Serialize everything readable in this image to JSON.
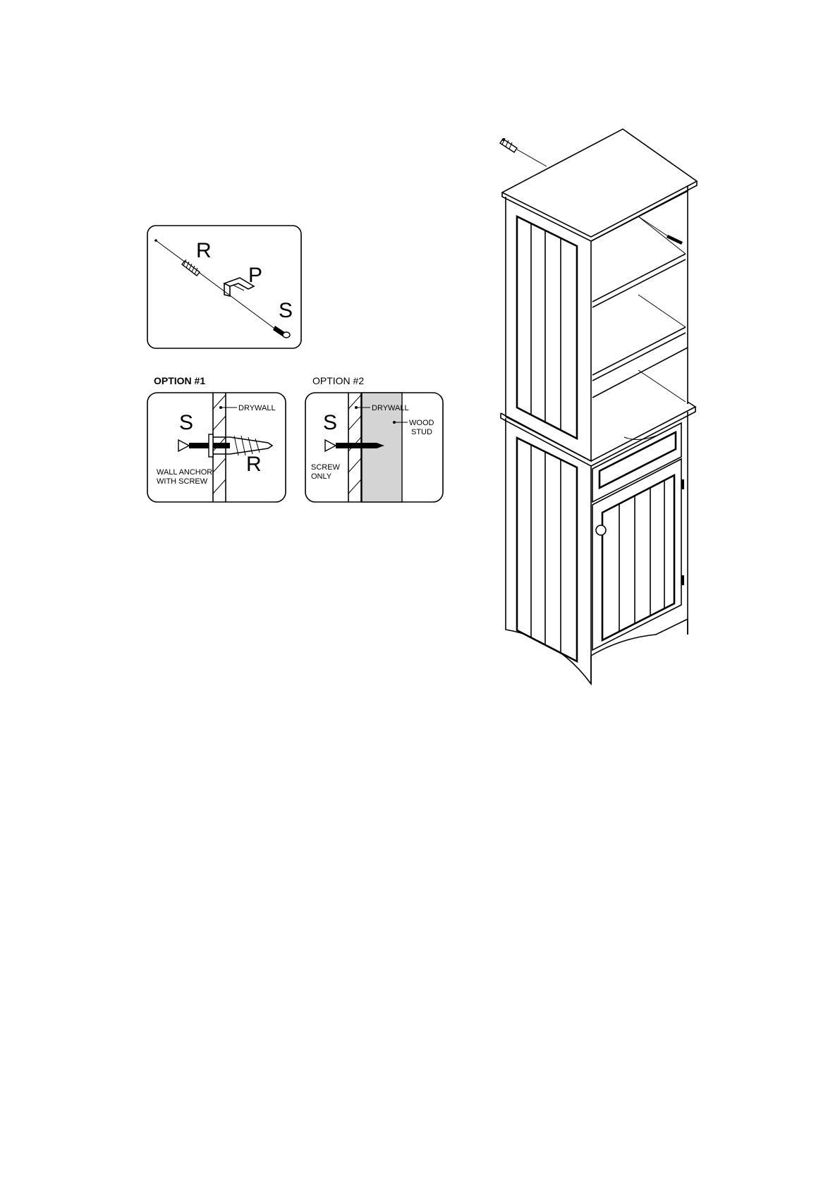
{
  "detail": {
    "label_r": "R",
    "label_p": "P",
    "label_s": "S"
  },
  "option1": {
    "title": "OPTION #1",
    "label_s": "S",
    "label_r": "R",
    "drywall": "DRYWALL",
    "caption_line1": "WALL ANCHOR",
    "caption_line2": "WITH SCREW"
  },
  "option2": {
    "title": "OPTION #2",
    "label_s": "S",
    "drywall": "DRYWALL",
    "stud_line1": "WOOD",
    "stud_line2": "STUD",
    "caption_line1": "SCREW",
    "caption_line2": "ONLY"
  },
  "colors": {
    "stud_fill": "#d4d4d4",
    "line": "#000000"
  }
}
